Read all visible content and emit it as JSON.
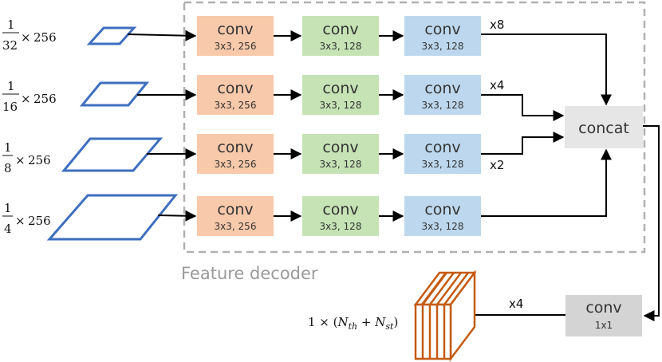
{
  "decoder": {
    "label": "Feature decoder"
  },
  "inputs": [
    {
      "frac_num": "1",
      "frac_den": "32",
      "times": "×",
      "channels": "256"
    },
    {
      "frac_num": "1",
      "frac_den": "16",
      "times": "×",
      "channels": "256"
    },
    {
      "frac_num": "1",
      "frac_den": "8",
      "times": "×",
      "channels": "256"
    },
    {
      "frac_num": "1",
      "frac_den": "4",
      "times": "×",
      "channels": "256"
    }
  ],
  "rows": [
    {
      "c1": {
        "title": "conv",
        "sub": "3x3, 256"
      },
      "c2": {
        "title": "conv",
        "sub": "3x3, 128"
      },
      "c3": {
        "title": "conv",
        "sub": "3x3, 128"
      },
      "upsample": "x8"
    },
    {
      "c1": {
        "title": "conv",
        "sub": "3x3, 256"
      },
      "c2": {
        "title": "conv",
        "sub": "3x3, 128"
      },
      "c3": {
        "title": "conv",
        "sub": "3x3, 128"
      },
      "upsample": "x4"
    },
    {
      "c1": {
        "title": "conv",
        "sub": "3x3, 256"
      },
      "c2": {
        "title": "conv",
        "sub": "3x3, 128"
      },
      "c3": {
        "title": "conv",
        "sub": "3x3, 128"
      },
      "upsample": "x2"
    },
    {
      "c1": {
        "title": "conv",
        "sub": "3x3, 256"
      },
      "c2": {
        "title": "conv",
        "sub": "3x3, 128"
      },
      "c3": {
        "title": "conv",
        "sub": "3x3, 128"
      },
      "upsample": ""
    }
  ],
  "concat": {
    "label": "concat"
  },
  "final_conv": {
    "title": "conv",
    "sub": "1x1"
  },
  "final_upsample": "x4",
  "output": {
    "lead": "1 × (",
    "n1": "N",
    "n1_sub": "th",
    "plus": " + ",
    "n2": "N",
    "n2_sub": "st",
    "close": ")"
  },
  "colors": {
    "conv1": "#f8c9aa",
    "conv2": "#c6e3b5",
    "conv3": "#bdd8ee",
    "concat": "#e6e6e6",
    "final_conv": "#d4d4d4",
    "input_outline": "#3f6fbf",
    "output_outline": "#c55a11",
    "decoder_border": "#b0b0b0"
  }
}
